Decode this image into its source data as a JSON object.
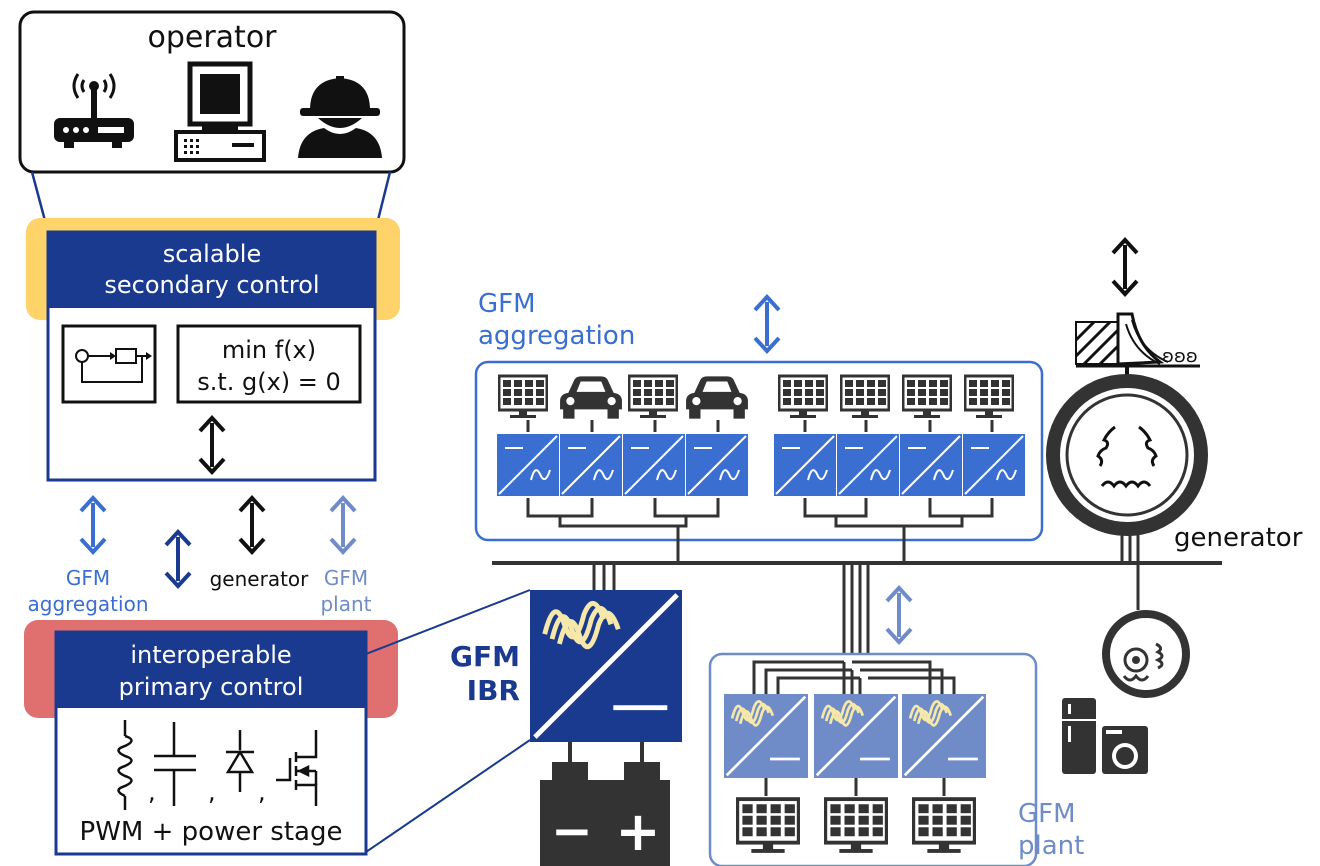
{
  "operator": {
    "title": "operator",
    "icons": [
      "router-icon",
      "computer-icon",
      "worker-icon"
    ]
  },
  "secondary": {
    "line1": "scalable",
    "line2": "secondary control",
    "opt_line1": "min f(x)",
    "opt_line2": "s.t. g(x) = 0"
  },
  "labels": {
    "gfm_aggregation_small_1": "GFM",
    "gfm_aggregation_small_2": "aggregation",
    "generator_small": "generator",
    "gfm_plant_small_1": "GFM",
    "gfm_plant_small_2": "plant",
    "gfm_aggregation_1": "GFM",
    "gfm_aggregation_2": "aggregation",
    "generator": "generator",
    "gfm_ibr_1": "GFM",
    "gfm_ibr_2": "IBR",
    "gfm_plant_1": "GFM",
    "gfm_plant_2": "plant"
  },
  "primary": {
    "line1": "interoperable",
    "line2": "primary control",
    "commas": [
      ",",
      ",",
      ","
    ],
    "power_stage": "PWM + power stage"
  },
  "battery": {
    "minus": "−",
    "plus": "+"
  },
  "colors": {
    "dark_blue": "#1a3a8f",
    "mid_blue": "#3a6fd1",
    "light_blue": "#6f8cc8",
    "yellow": "#fdd36a",
    "red": "#e07070",
    "dark_gray": "#333333"
  }
}
